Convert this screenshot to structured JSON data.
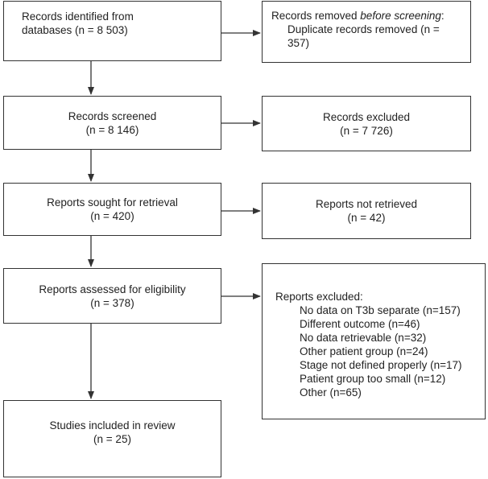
{
  "identification": {
    "records_identified": {
      "line1": "Records identified from",
      "line2": "databases (n = 8 503)"
    },
    "records_removed": {
      "title_prefix": "Records removed ",
      "title_emphasis": "before screening",
      "title_suffix": ":",
      "detail_line1": "Duplicate records removed  (n =",
      "detail_line2": "357)"
    }
  },
  "screening": {
    "records_screened": {
      "label": "Records screened",
      "count": "(n = 8 146)"
    },
    "records_excluded": {
      "label": "Records excluded",
      "count": "(n = 7 726)"
    }
  },
  "retrieval": {
    "reports_sought": {
      "label": "Reports sought for retrieval",
      "count": "(n = 420)"
    },
    "reports_not_retrieved": {
      "label": "Reports not retrieved",
      "count": "(n = 42)"
    }
  },
  "eligibility": {
    "reports_assessed": {
      "label": "Reports assessed for eligibility",
      "count": "(n = 378)"
    },
    "reports_excluded": {
      "title": "Reports excluded:",
      "reasons": [
        "No data on T3b separate (n=157)",
        "Different outcome (n=46)",
        "No data retrievable (n=32)",
        "Other patient group (n=24)",
        "Stage not defined properly (n=17)",
        "Patient group too small (n=12)",
        "Other (n=65)"
      ]
    }
  },
  "included": {
    "studies_included": {
      "label": "Studies included in review",
      "count": "(n = 25)"
    }
  },
  "colors": {
    "stroke": "#333333",
    "text": "#222222",
    "background": "#ffffff"
  }
}
